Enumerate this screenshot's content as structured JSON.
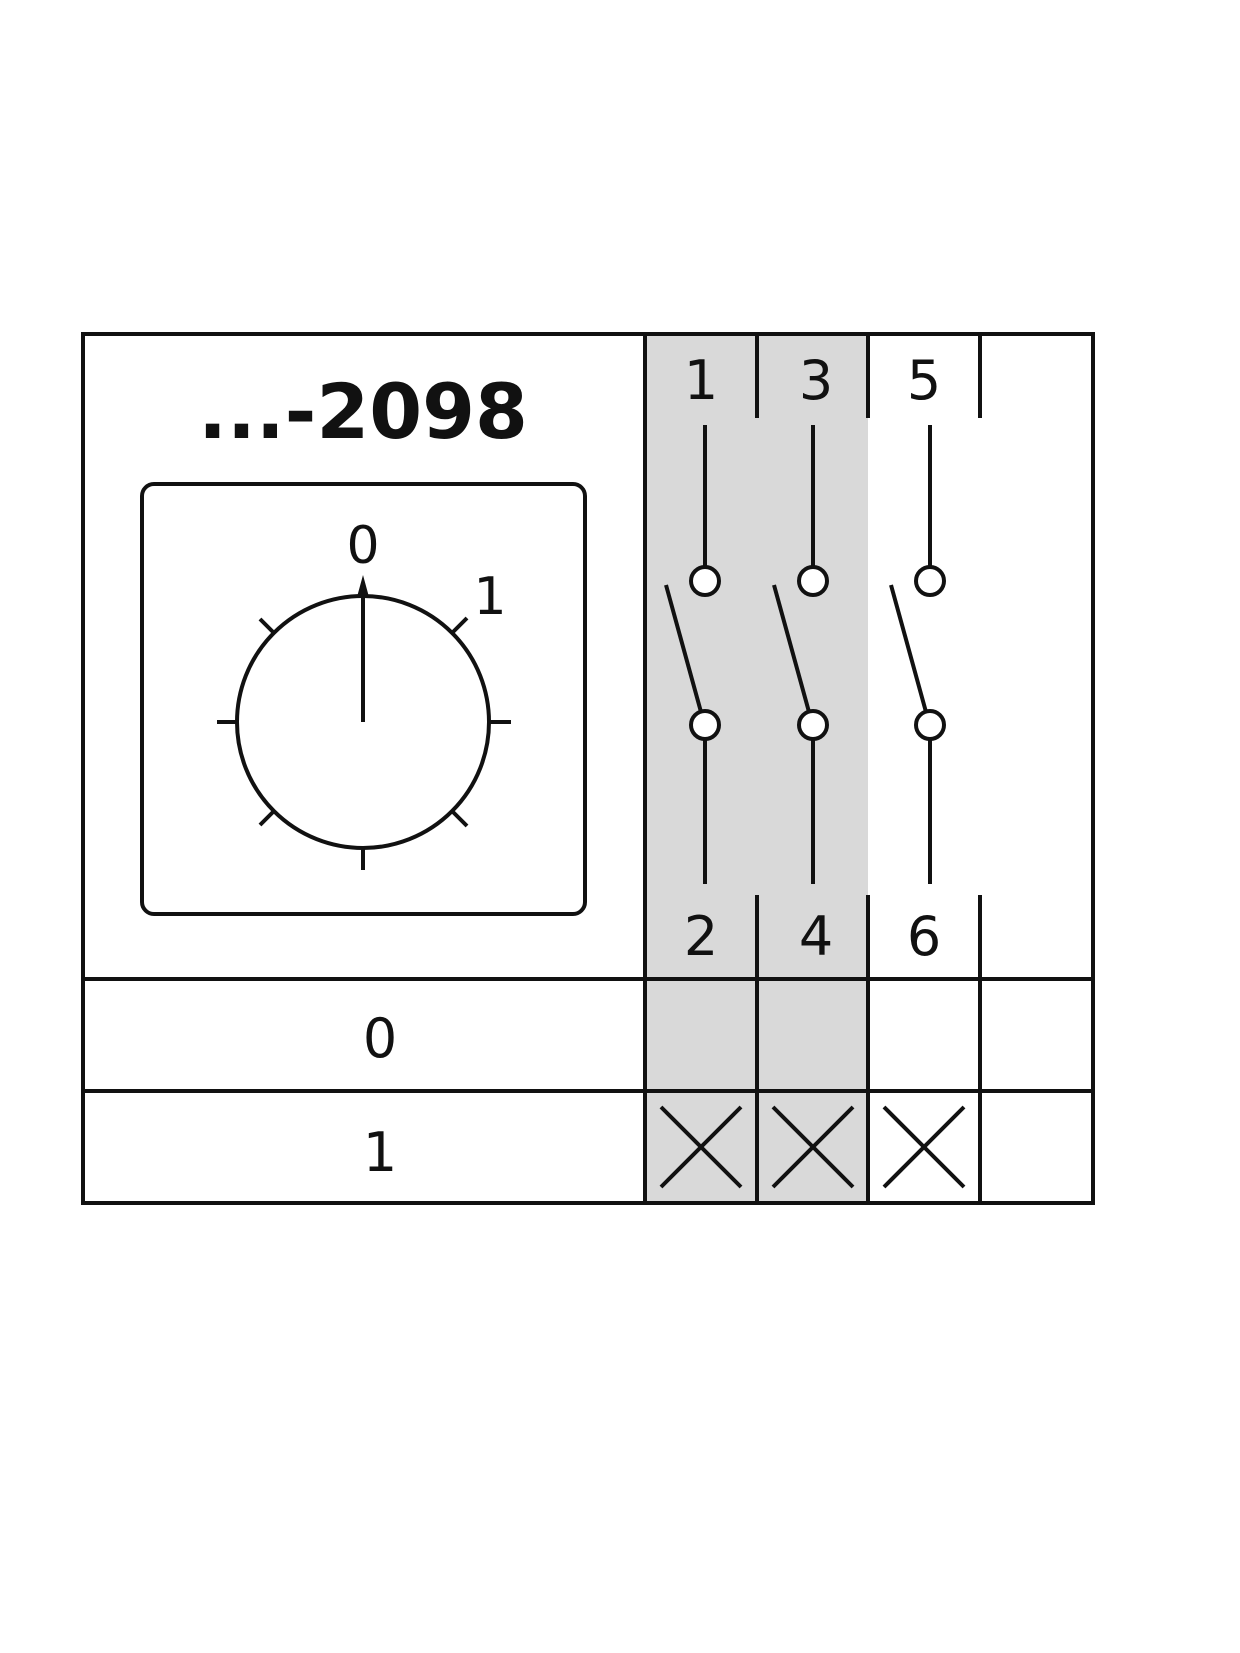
{
  "title": "...-2098",
  "colors": {
    "line": "#111111",
    "shade": "#d9d9d9",
    "background": "#ffffff"
  },
  "dial": {
    "positions": [
      {
        "label": "0",
        "angle_deg": 0,
        "active": true
      },
      {
        "label": "1",
        "angle_deg": 45,
        "active": false
      }
    ],
    "tick_marks_count": 8,
    "pointer_label": "0"
  },
  "contacts": {
    "top_terminals": [
      "1",
      "3",
      "5"
    ],
    "bottom_terminals": [
      "2",
      "4",
      "6"
    ],
    "shaded_columns": [
      0,
      1
    ]
  },
  "switching_table": {
    "rows": [
      {
        "position": "0",
        "closed": [
          false,
          false,
          false,
          false
        ]
      },
      {
        "position": "1",
        "closed": [
          true,
          true,
          true,
          false
        ]
      }
    ],
    "closed_mark": "X"
  }
}
